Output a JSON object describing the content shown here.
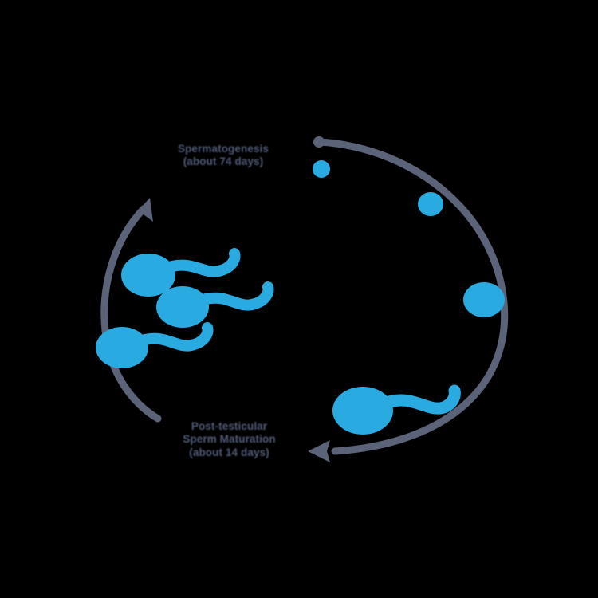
{
  "diagram": {
    "name": "spermatogenesis-cycle",
    "background_color": "#000000",
    "arc_color": "#5a6377",
    "cell_color": "#29abe2",
    "text_color": "#4f5b75"
  },
  "labels": {
    "spermatogenesis": {
      "title": "Spermatogenesis",
      "subtitle": "(about 74 days)"
    },
    "maturation": {
      "line1": "Post-testicular",
      "line2": "Sperm Maturation",
      "line3": "(about 14 days)"
    }
  },
  "stages": [
    {
      "name": "spermatogonium",
      "label": "",
      "size": 1
    },
    {
      "name": "primary-spermatocyte",
      "label": "",
      "size": 2
    },
    {
      "name": "spermatid",
      "label": "",
      "size": 3
    },
    {
      "name": "immature-spermatozoon",
      "label": "",
      "size": 4
    },
    {
      "name": "mature-spermatozoon",
      "label": "",
      "size": 5
    }
  ],
  "arrows": {
    "maturation_arc_direction": "clockwise-down-then-left",
    "spermatogenesis_arc_direction": "upward"
  }
}
